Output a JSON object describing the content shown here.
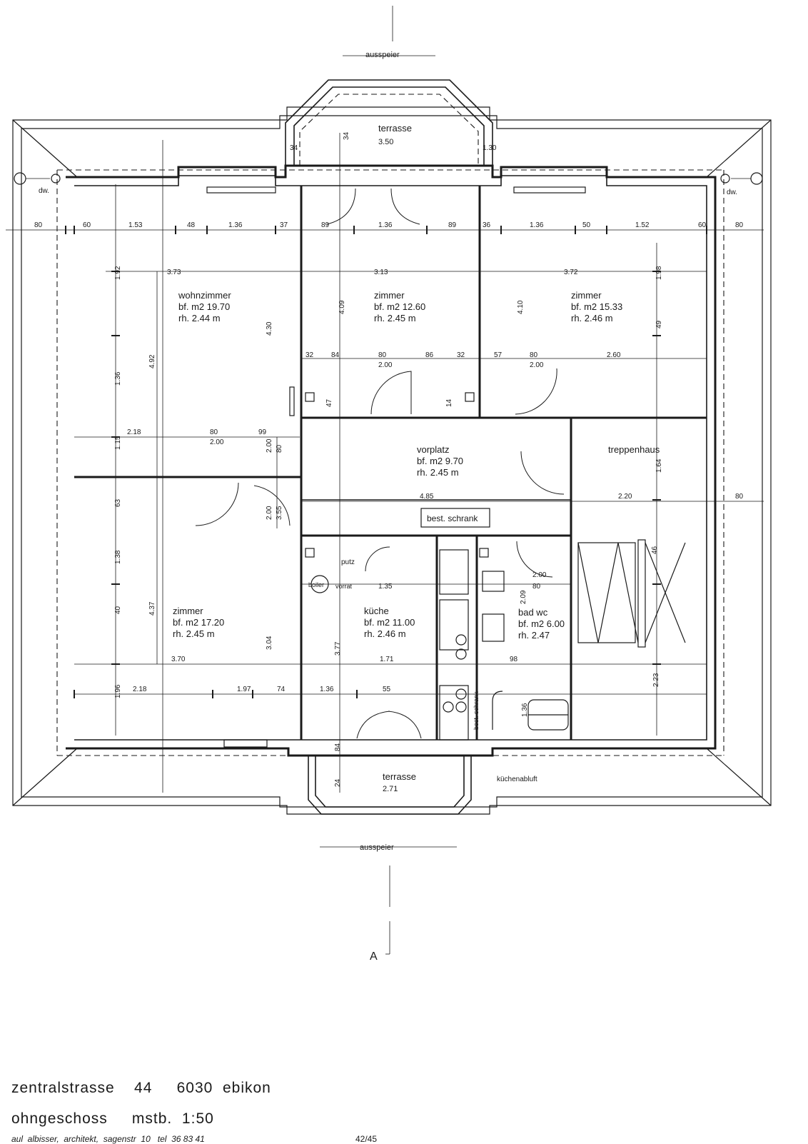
{
  "plan": {
    "rooms": [
      {
        "name": "wohnzimmer",
        "area": "bf. m2  19.70",
        "height": "rh.  2.44 m"
      },
      {
        "name": "zimmer",
        "area": "bf. m2  12.60",
        "height": "rh. 2.45 m"
      },
      {
        "name": "zimmer",
        "area": "bf. m2  15.33",
        "height": "rh.  2.46 m"
      },
      {
        "name": "vorplatz",
        "area": "bf. m2   9.70",
        "height": "rh.  2.45 m"
      },
      {
        "name": "treppenhaus",
        "area": "",
        "height": ""
      },
      {
        "name": "zimmer",
        "area": "bf. m2  17.20",
        "height": "rh.  2.45 m"
      },
      {
        "name": "küche",
        "area": "bf. m2   11.00",
        "height": "rh.  2.46 m"
      },
      {
        "name": "bad wc",
        "area": "bf. m2 6.00",
        "height": "rh. 2.47"
      }
    ],
    "labels": {
      "terrace_top": "terrasse",
      "terrace_top_dim": "3.50",
      "terrace_bottom": "terrasse",
      "terrace_bottom_dim": "2.71",
      "spout_top": "ausspeier",
      "spout_bottom": "ausspeier",
      "downpipe_left": "dw.",
      "downpipe_right": "dw.",
      "wardrobe": "best. schrank",
      "cabinet": "best. schrank",
      "plaster": "putz",
      "boiler": "boiler",
      "pantry": "vorrat",
      "kitchen_exhaust": "küchenabluft",
      "section": "A"
    },
    "dims": [
      "80",
      "60",
      "1.53",
      "48",
      "1.36",
      "37",
      "89",
      "1.36",
      "89",
      "36",
      "1.36",
      "50",
      "1.52",
      "60",
      "80",
      "3.73",
      "3.13",
      "3.72",
      "4.30",
      "4.09",
      "4.10",
      "1.98",
      "1.92",
      "4.92",
      "1.36",
      "32",
      "84",
      "80",
      "86",
      "32",
      "57",
      "80",
      "2.00",
      "2.00",
      "2.60",
      "2.18",
      "80",
      "2.00",
      "99",
      "1.15",
      "63",
      "1.38",
      "40",
      "4.37",
      "1.96",
      "2.18",
      "3.70",
      "4.85",
      "2.20",
      "1.64",
      "80",
      "2.00",
      "80",
      "2.00",
      "3.55",
      "3.77",
      "3.04",
      "1.71",
      "98",
      "1.36",
      "55",
      "74",
      "1.97",
      "2.23",
      "2.09",
      "80",
      "2.00",
      "1.35",
      "34",
      "84",
      "24",
      "34",
      "1.30",
      "1.36",
      "46",
      "49",
      "47",
      "14"
    ]
  },
  "title_block": {
    "address": "zentralstrasse    44     6030  ebikon",
    "floor": "ohngeschoss     mstb.  1:50",
    "architect": "aul  albisser,  architekt,  sagenstr  10   tel  36 83 41",
    "sheet": "42/45"
  }
}
